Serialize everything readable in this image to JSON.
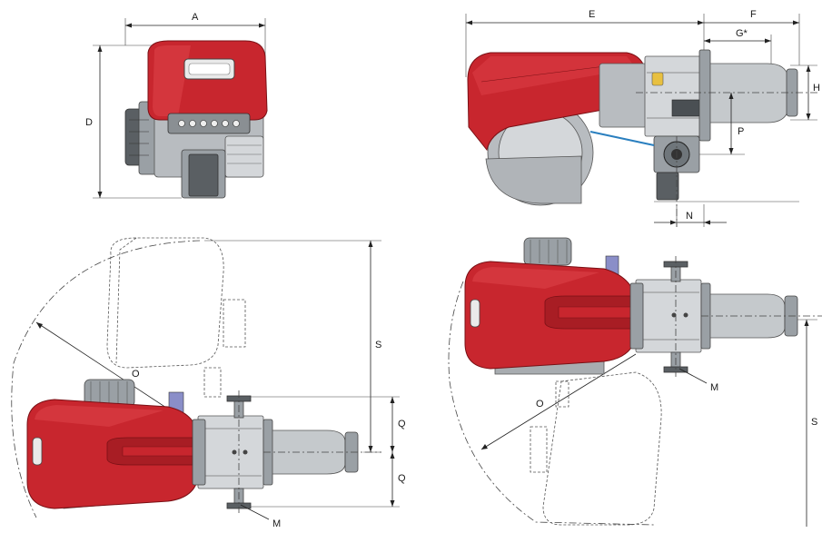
{
  "labels": {
    "A": "A",
    "D": "D",
    "E": "E",
    "F": "F",
    "G": "G*",
    "H": "H",
    "P": "P",
    "N": "N",
    "S1": "S",
    "S2": "S",
    "O1": "O",
    "O2": "O",
    "Q1": "Q",
    "Q2": "Q",
    "M1": "M",
    "M2": "M"
  },
  "colors": {
    "housing_red": "#c8262e",
    "metal_grey": "#b8bcc0",
    "motor_dark": "#5a5f63"
  }
}
